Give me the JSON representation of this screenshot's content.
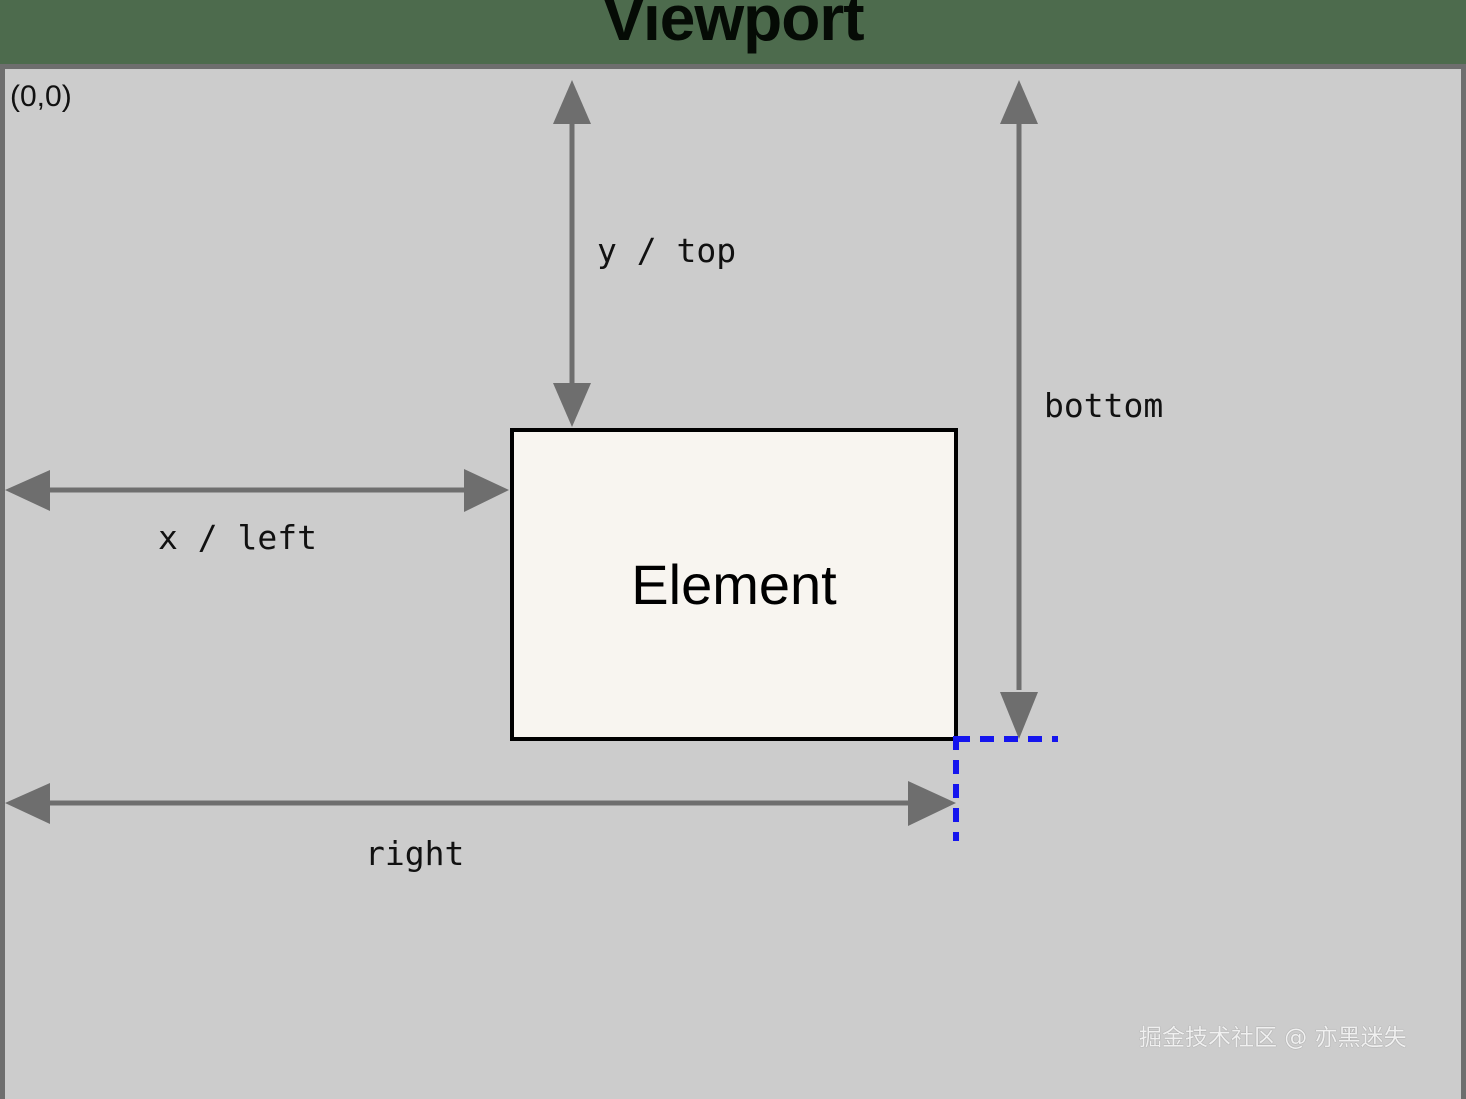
{
  "title": {
    "text": "Viewport",
    "band_color": "#4d6b4d",
    "text_color": "#050b05"
  },
  "viewport": {
    "fill_color": "#cccccc",
    "border_color": "#6e6e6e",
    "origin_label": "(0,0)"
  },
  "element": {
    "label": "Element",
    "fill_color": "#f8f5f0",
    "border_color": "#000000"
  },
  "measurements": {
    "arrow_color": "#6e6e6e",
    "guide_color": "#1515ee",
    "y_top": "y / top",
    "bottom": "bottom",
    "x_left": "x / left",
    "right": "right"
  },
  "watermark": {
    "text": "掘金技术社区 @ 亦黑迷失"
  }
}
